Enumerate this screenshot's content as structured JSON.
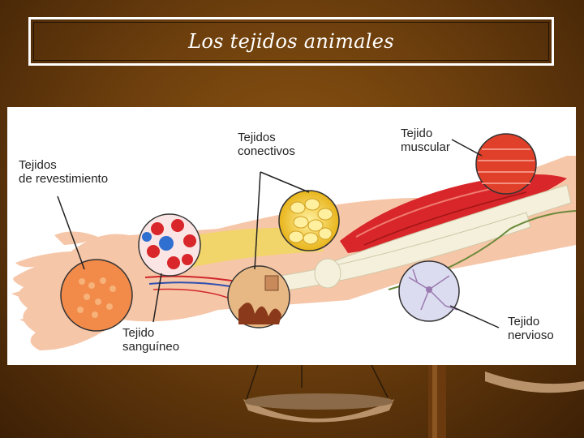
{
  "slide": {
    "title": "Los tejidos animales"
  },
  "figure": {
    "labels": {
      "revestimiento": [
        "Tejidos",
        "de revestimiento"
      ],
      "conectivos": [
        "Tejidos",
        "conectivos"
      ],
      "muscular": [
        "Tejido",
        "muscular"
      ],
      "sanguineo": [
        "Tejido",
        "sanguíneo"
      ],
      "nervioso": [
        "Tejido",
        "nervioso"
      ]
    }
  },
  "colors": {
    "background": "#6d3f0d",
    "title_border": "#ffffff",
    "skin": "#f6c6a8",
    "muscle": "#d8262a",
    "bone": "#f4f0dc",
    "fat": "#f1c93a"
  }
}
